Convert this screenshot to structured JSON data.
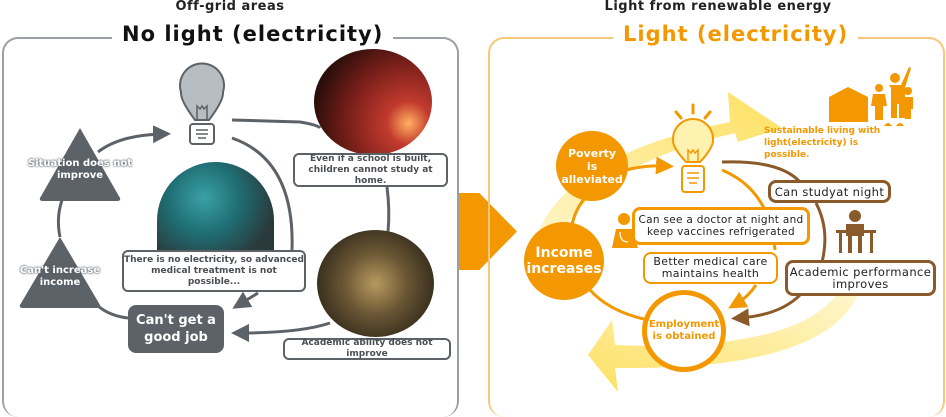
{
  "left": {
    "subtitle": "Off-grid areas",
    "title": "No light (electricity)",
    "triangles": [
      "Situation does not improve",
      "Can't increase income"
    ],
    "callouts": {
      "school": "Even if a school is built, children cannot study at home.",
      "medical": "There is no electricity, so advanced medical treatment is not possible...",
      "academic": "Academic ability does not improve"
    },
    "job": "Can't get a good job"
  },
  "right": {
    "subtitle": "Light from renewable energy",
    "title": "Light (electricity)",
    "poverty": "Poverty is alleviated",
    "income": "Income increases",
    "employment": "Employment is obtained",
    "sustainable": "Sustainable living with light(electricity) is possible.",
    "study": "Can studyat night",
    "academic": "Academic performance improves",
    "doctor": "Can see a doctor at night and keep vaccines refrigerated",
    "health": "Better medical care maintains health"
  },
  "colors": {
    "gray": "#5c6268",
    "orange": "#f39800",
    "brown": "#8b5a2b",
    "yellow": "#fde37a"
  }
}
